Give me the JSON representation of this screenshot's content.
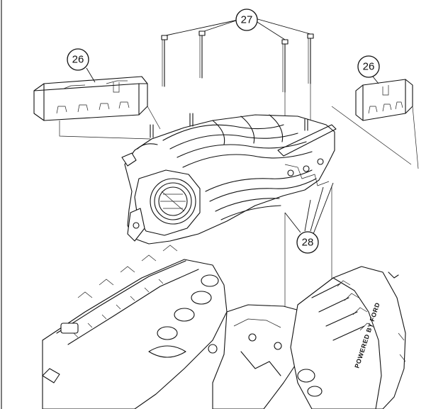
{
  "callouts": {
    "cover_left": "26",
    "cover_right": "26",
    "bolts": "27",
    "gaskets": "28"
  },
  "engine": {
    "valve_cover_text": "POWERED BY FORD"
  },
  "colors": {
    "ink": "#111111",
    "background": "#ffffff"
  }
}
